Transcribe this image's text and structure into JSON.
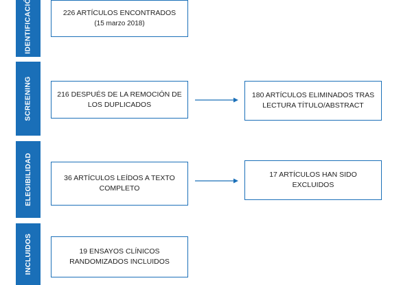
{
  "colors": {
    "accent": "#1a6fb8",
    "text": "#1e1e1e",
    "background": "#ffffff"
  },
  "stages": [
    {
      "id": "identificacion",
      "label": "IDENTIFICACIÓN"
    },
    {
      "id": "screening",
      "label": "SCREENING"
    },
    {
      "id": "elegibilidad",
      "label": "ELEGIBILIDAD"
    },
    {
      "id": "incluidos",
      "label": "INCLUIDOS"
    }
  ],
  "boxes": {
    "found": {
      "line1": "226 ARTÍCULOS ENCONTRADOS",
      "line2": "(15 marzo 2018)"
    },
    "deduped": {
      "line1": "216 DESPUÉS DE LA REMOCIÓN DE",
      "line2": "LOS DUPLICADOS"
    },
    "removed": {
      "line1": "180 ARTÍCULOS ELIMINADOS TRAS",
      "line2": "LECTURA TÍTULO/ABSTRACT"
    },
    "fulltext": {
      "line1": "36 ARTÍCULOS LEÍDOS A TEXTO",
      "line2": "COMPLETO"
    },
    "excluded": {
      "line1": "17 ARTÍCULOS HAN SIDO",
      "line2": "EXCLUIDOS"
    },
    "included": {
      "line1": "19 ENSAYOS CLÍNICOS",
      "line2": "RANDOMIZADOS INCLUIDOS"
    }
  }
}
